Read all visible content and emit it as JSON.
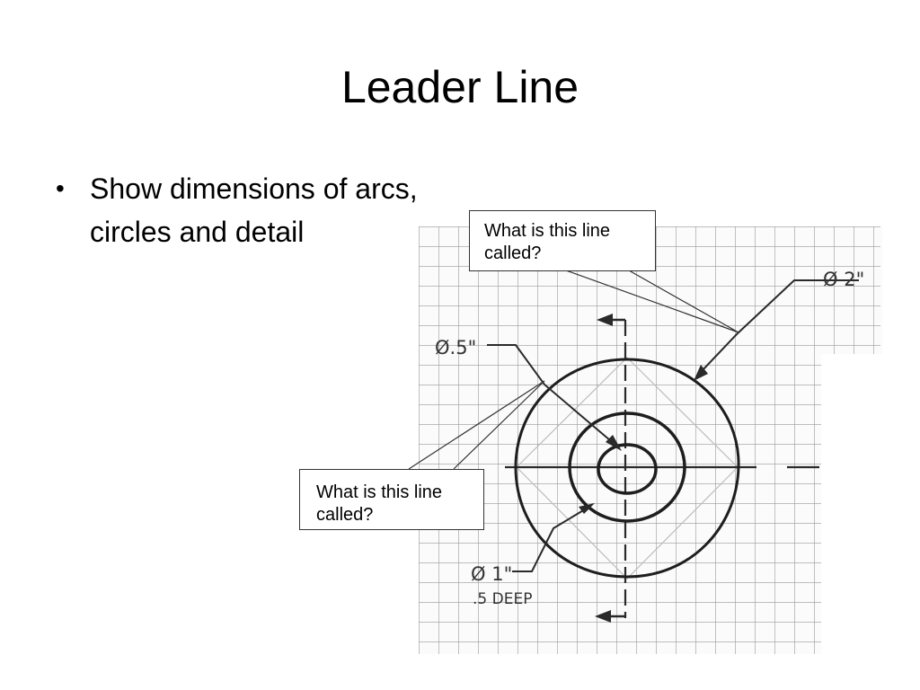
{
  "slide": {
    "title": "Leader Line",
    "bullets": [
      "Show dimensions of arcs, circles and detail"
    ]
  },
  "drawing": {
    "labels": {
      "outer_diameter": "Ø 2\"",
      "inner_diameter": "Ø.5\"",
      "middle_diameter": "Ø 1\"",
      "middle_depth": ".5 DEEP"
    }
  },
  "callouts": {
    "top": "What is this line called?",
    "bottom": "What is this line called?"
  }
}
